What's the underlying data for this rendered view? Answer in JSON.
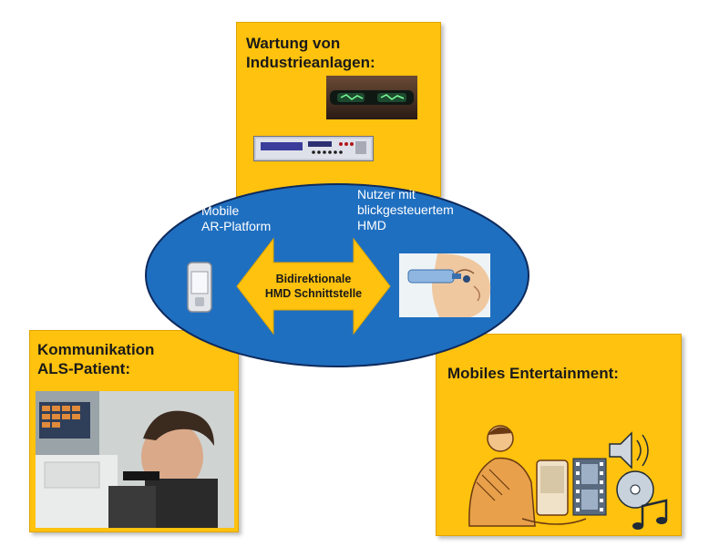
{
  "boxes": {
    "top": {
      "title": "Wartung von\nIndustrieanlagen:"
    },
    "left": {
      "title": "Kommunikation\nALS-Patient:"
    },
    "right": {
      "title": "Mobiles Entertainment:"
    }
  },
  "center": {
    "left_label": "Mobile\nAR-Platform",
    "right_label": "Nutzer mit\nblickgesteuertem\nHMD",
    "arrow_label": "Bidirektionale\nHMD Schnittstelle"
  },
  "colors": {
    "box_fill": "#ffc20e",
    "ellipse_fill": "#1f6fc0",
    "ellipse_stroke": "#0d2a5c",
    "arrow_fill": "#ffc20e"
  }
}
